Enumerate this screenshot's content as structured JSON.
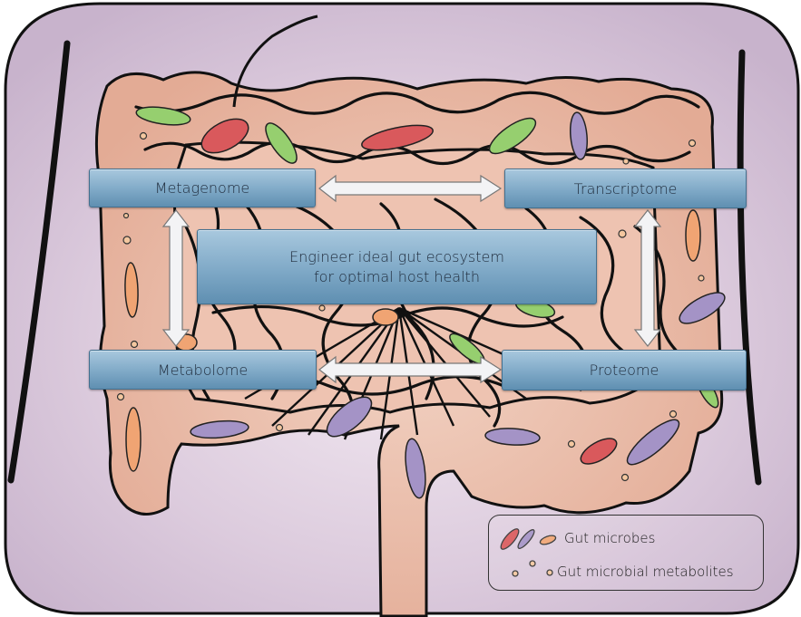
{
  "diagram": {
    "omics_boxes": {
      "metagenome": "Metagenome",
      "transcriptome": "Transcriptome",
      "metabolome": "Metabolome",
      "proteome": "Proteome"
    },
    "center_box": {
      "line1": "Engineer ideal gut ecosystem",
      "line2": "for optimal host health"
    },
    "legend": {
      "microbes_label": "Gut microbes",
      "metabolites_label": "Gut microbial metabolites"
    },
    "colors": {
      "background_lilac": "#d9c9dd",
      "intestine": "#e8b8a4",
      "microbe_red": "#d9595c",
      "microbe_green": "#96cf6f",
      "microbe_purple": "#a493c6",
      "microbe_orange": "#f0a473",
      "box_blue": "#7fa9c7"
    },
    "icons": [
      "bidirectional-arrow",
      "microbe-icon",
      "metabolite-dot-icon",
      "intestine-illustration"
    ]
  }
}
